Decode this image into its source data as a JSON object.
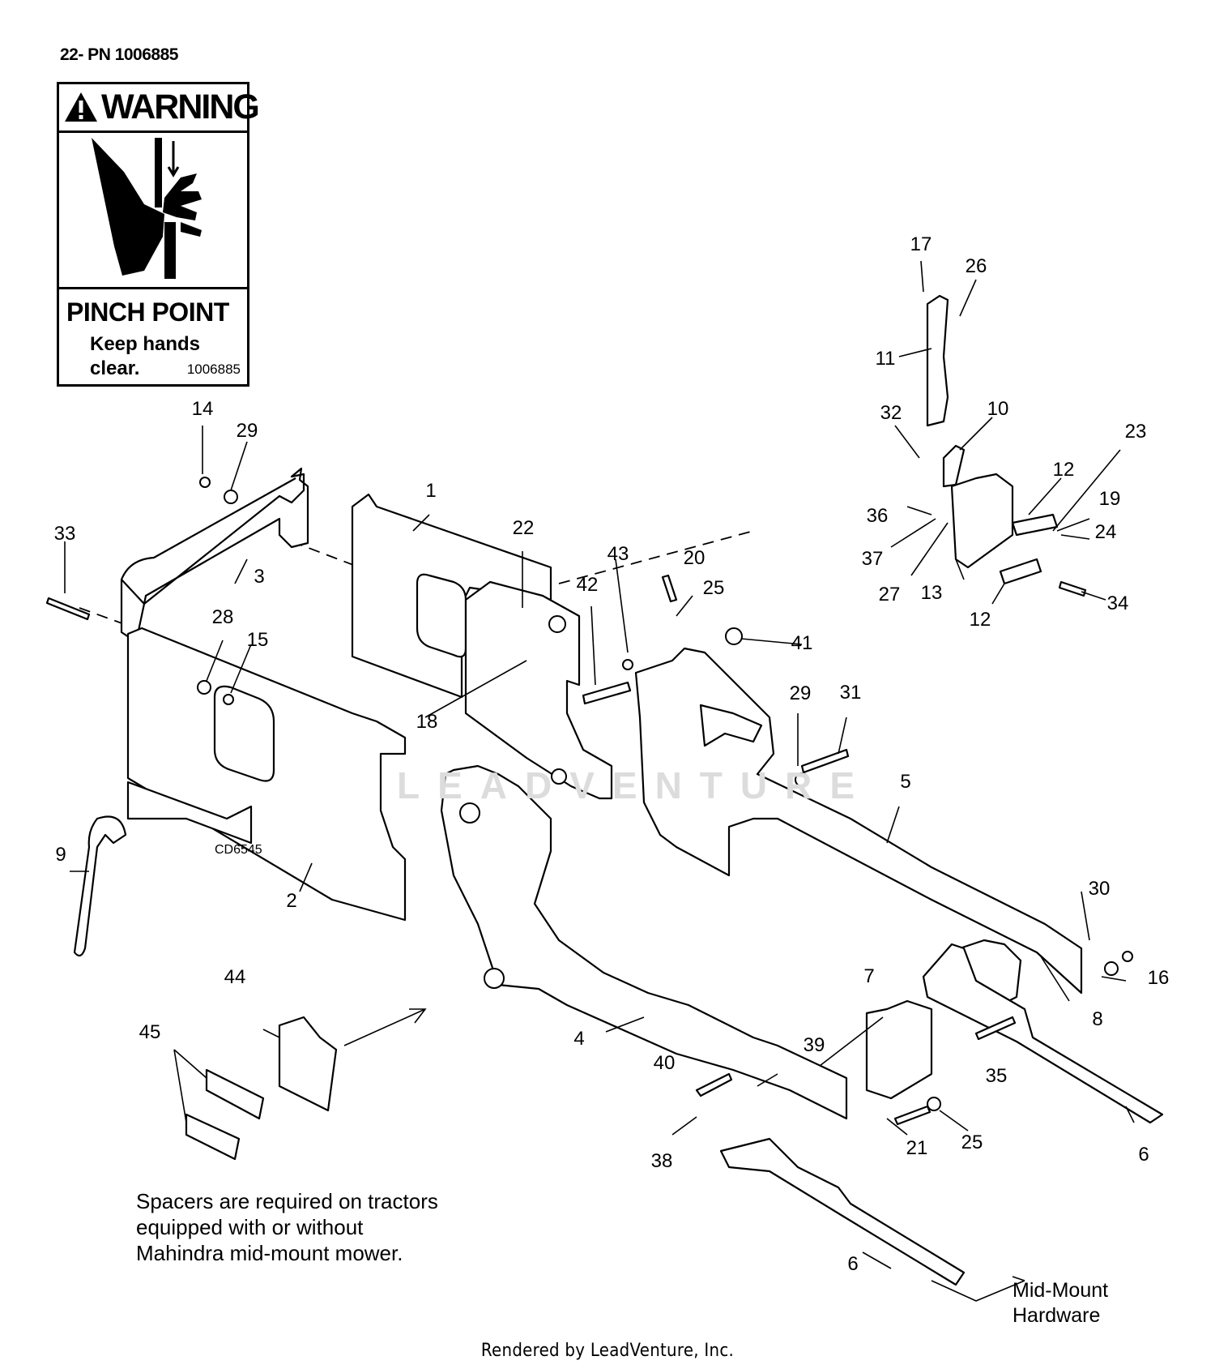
{
  "header": {
    "part_number": "22- PN 1006885"
  },
  "decal": {
    "title": "WARNING",
    "heading": "PINCH POINT",
    "message": "Keep hands clear.",
    "code": "1006885",
    "icon": "warning-triangle-icon"
  },
  "callouts": [
    {
      "id": "c-1",
      "label": "1"
    },
    {
      "id": "c-2",
      "label": "2"
    },
    {
      "id": "c-3",
      "label": "3"
    },
    {
      "id": "c-4",
      "label": "4"
    },
    {
      "id": "c-5",
      "label": "5"
    },
    {
      "id": "c-6a",
      "label": "6"
    },
    {
      "id": "c-6b",
      "label": "6"
    },
    {
      "id": "c-7",
      "label": "7"
    },
    {
      "id": "c-8",
      "label": "8"
    },
    {
      "id": "c-9",
      "label": "9"
    },
    {
      "id": "c-10",
      "label": "10"
    },
    {
      "id": "c-11",
      "label": "11"
    },
    {
      "id": "c-12a",
      "label": "12"
    },
    {
      "id": "c-12b",
      "label": "12"
    },
    {
      "id": "c-13",
      "label": "13"
    },
    {
      "id": "c-14",
      "label": "14"
    },
    {
      "id": "c-15",
      "label": "15"
    },
    {
      "id": "c-16",
      "label": "16"
    },
    {
      "id": "c-17",
      "label": "17"
    },
    {
      "id": "c-18",
      "label": "18"
    },
    {
      "id": "c-19",
      "label": "19"
    },
    {
      "id": "c-20",
      "label": "20"
    },
    {
      "id": "c-21",
      "label": "21"
    },
    {
      "id": "c-22",
      "label": "22"
    },
    {
      "id": "c-23",
      "label": "23"
    },
    {
      "id": "c-24",
      "label": "24"
    },
    {
      "id": "c-25a",
      "label": "25"
    },
    {
      "id": "c-25b",
      "label": "25"
    },
    {
      "id": "c-26",
      "label": "26"
    },
    {
      "id": "c-27",
      "label": "27"
    },
    {
      "id": "c-28",
      "label": "28"
    },
    {
      "id": "c-29a",
      "label": "29"
    },
    {
      "id": "c-29b",
      "label": "29"
    },
    {
      "id": "c-30",
      "label": "30"
    },
    {
      "id": "c-31",
      "label": "31"
    },
    {
      "id": "c-32",
      "label": "32"
    },
    {
      "id": "c-33",
      "label": "33"
    },
    {
      "id": "c-34",
      "label": "34"
    },
    {
      "id": "c-35",
      "label": "35"
    },
    {
      "id": "c-36",
      "label": "36"
    },
    {
      "id": "c-37",
      "label": "37"
    },
    {
      "id": "c-38",
      "label": "38"
    },
    {
      "id": "c-39",
      "label": "39"
    },
    {
      "id": "c-40",
      "label": "40"
    },
    {
      "id": "c-41",
      "label": "41"
    },
    {
      "id": "c-42",
      "label": "42"
    },
    {
      "id": "c-43",
      "label": "43"
    },
    {
      "id": "c-44",
      "label": "44"
    },
    {
      "id": "c-45",
      "label": "45"
    }
  ],
  "image_code": "CD6545",
  "notes": {
    "spacers": "Spacers are required on tractors equipped with or without Mahindra mid-mount mower.",
    "mid_mount_line1": "Mid-Mount",
    "mid_mount_line2": "Hardware"
  },
  "watermark": "LEADVENTURE",
  "footer": "Rendered by LeadVenture, Inc."
}
